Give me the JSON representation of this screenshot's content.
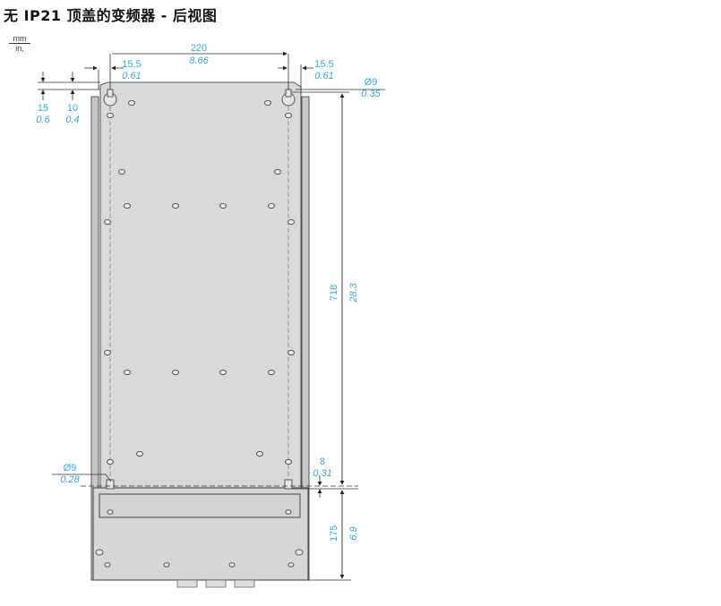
{
  "title": "无 IP21 顶盖的变频器 - 后视图",
  "units": {
    "primary": "mm",
    "secondary": "in."
  },
  "colors": {
    "dimension_text": "#3aa7d6",
    "body_fill": "#d9d9db",
    "outline": "#555555"
  },
  "dimensions": {
    "width_total": {
      "mm": "220",
      "in": "8.66"
    },
    "left_offset": {
      "mm": "15.5",
      "in": "0.61"
    },
    "right_offset": {
      "mm": "15.5",
      "in": "0.61"
    },
    "top_hole_dia": {
      "mm": "Ø9",
      "in": "0.35"
    },
    "top_offset_a": {
      "mm": "15",
      "in": "0.6"
    },
    "top_offset_b": {
      "mm": "10",
      "in": "0.4"
    },
    "hole_spacing_vertical": {
      "mm": "718",
      "in": "28.3"
    },
    "bottom_hole_dia": {
      "mm": "Ø9",
      "in": "0.28"
    },
    "bottom_offset": {
      "mm": "8",
      "in": "0.31"
    },
    "bottom_section": {
      "mm": "175",
      "in": "6.9"
    }
  }
}
